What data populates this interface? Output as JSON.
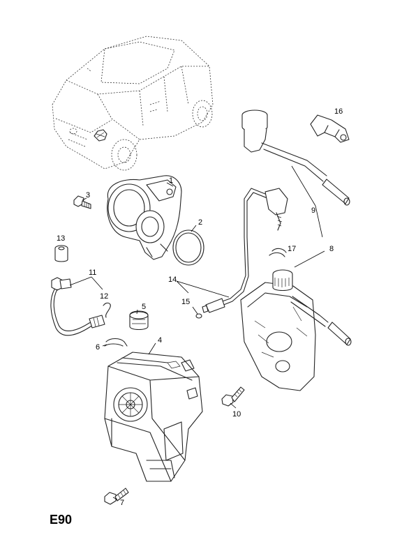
{
  "page_code": "E90",
  "callouts": [
    "1",
    "2",
    "3",
    "4",
    "5",
    "6",
    "7",
    "8",
    "9",
    "10",
    "11",
    "12",
    "13",
    "14",
    "15",
    "16",
    "17"
  ]
}
